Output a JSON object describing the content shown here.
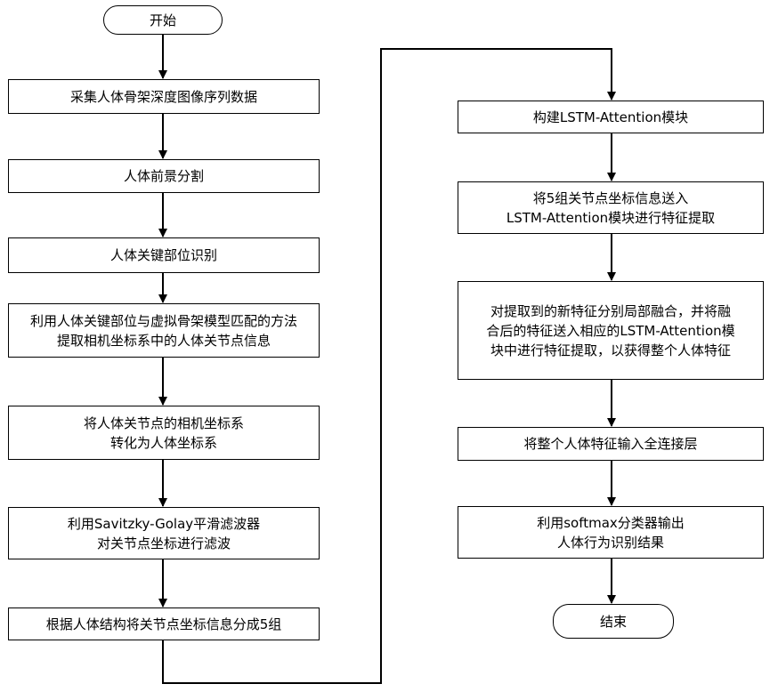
{
  "flow": {
    "start": "开始",
    "left_steps": [
      {
        "lines": [
          "采集人体骨架深度图像序列数据"
        ]
      },
      {
        "lines": [
          "人体前景分割"
        ]
      },
      {
        "lines": [
          "人体关键部位识别"
        ]
      },
      {
        "lines": [
          "利用人体关键部位与虚拟骨架模型匹配的方法",
          "提取相机坐标系中的人体关节点信息"
        ]
      },
      {
        "lines": [
          "将人体关节点的相机坐标系",
          "转化为人体坐标系"
        ]
      },
      {
        "lines": [
          "利用Savitzky-Golay平滑滤波器",
          "对关节点坐标进行滤波"
        ]
      },
      {
        "lines": [
          "根据人体结构将关节点坐标信息分成5组"
        ]
      }
    ],
    "right_steps": [
      {
        "lines": [
          "构建LSTM-Attention模块"
        ]
      },
      {
        "lines": [
          "将5组关节点坐标信息送入",
          "LSTM-Attention模块进行特征提取"
        ]
      },
      {
        "lines": [
          "对提取到的新特征分别局部融合，并将融",
          "合后的特征送入相应的LSTM-Attention模",
          "块中进行特征提取，以获得整个人体特征"
        ]
      },
      {
        "lines": [
          "将整个人体特征输入全连接层"
        ]
      },
      {
        "lines": [
          "利用softmax分类器输出",
          "人体行为识别结果"
        ]
      }
    ],
    "end": "结束"
  }
}
